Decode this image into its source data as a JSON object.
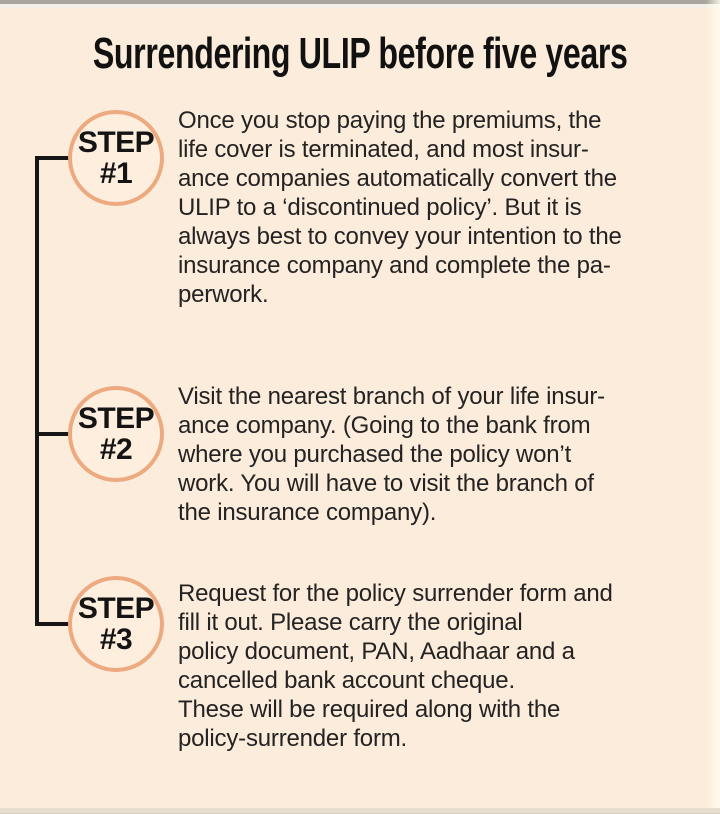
{
  "title": "Surrendering ULIP before five years",
  "steps": [
    {
      "badge_line1": "STEP",
      "badge_line2": "#1",
      "description": "Once you stop paying the premiums, the\nlife cover is terminated, and most insur-\nance companies automatically convert the\nULIP to a ‘discontinued policy’. But it is\nalways best to convey your intention to the\ninsurance company and complete the pa-\nperwork."
    },
    {
      "badge_line1": "STEP",
      "badge_line2": "#2",
      "description": "Visit the nearest branch of your life insur-\nance company. (Going to the bank from\nwhere you purchased the policy won’t\nwork. You will have to visit the branch of\nthe insurance company)."
    },
    {
      "badge_line1": "STEP",
      "badge_line2": "#3",
      "description": "Request for the policy surrender form and\nfill it out. Please carry the original\npolicy document, PAN, Aadhaar and a\ncancelled bank account cheque.\nThese will be required along with the\npolicy-surrender form."
    }
  ],
  "colors": {
    "background": "#fcecdb",
    "step_circle_stroke": "#edaa80",
    "connector_line": "#161616",
    "title_text": "#111111",
    "body_text": "#232323",
    "top_edge": "#a9a59e",
    "bottom_edge": "#e8decf"
  }
}
